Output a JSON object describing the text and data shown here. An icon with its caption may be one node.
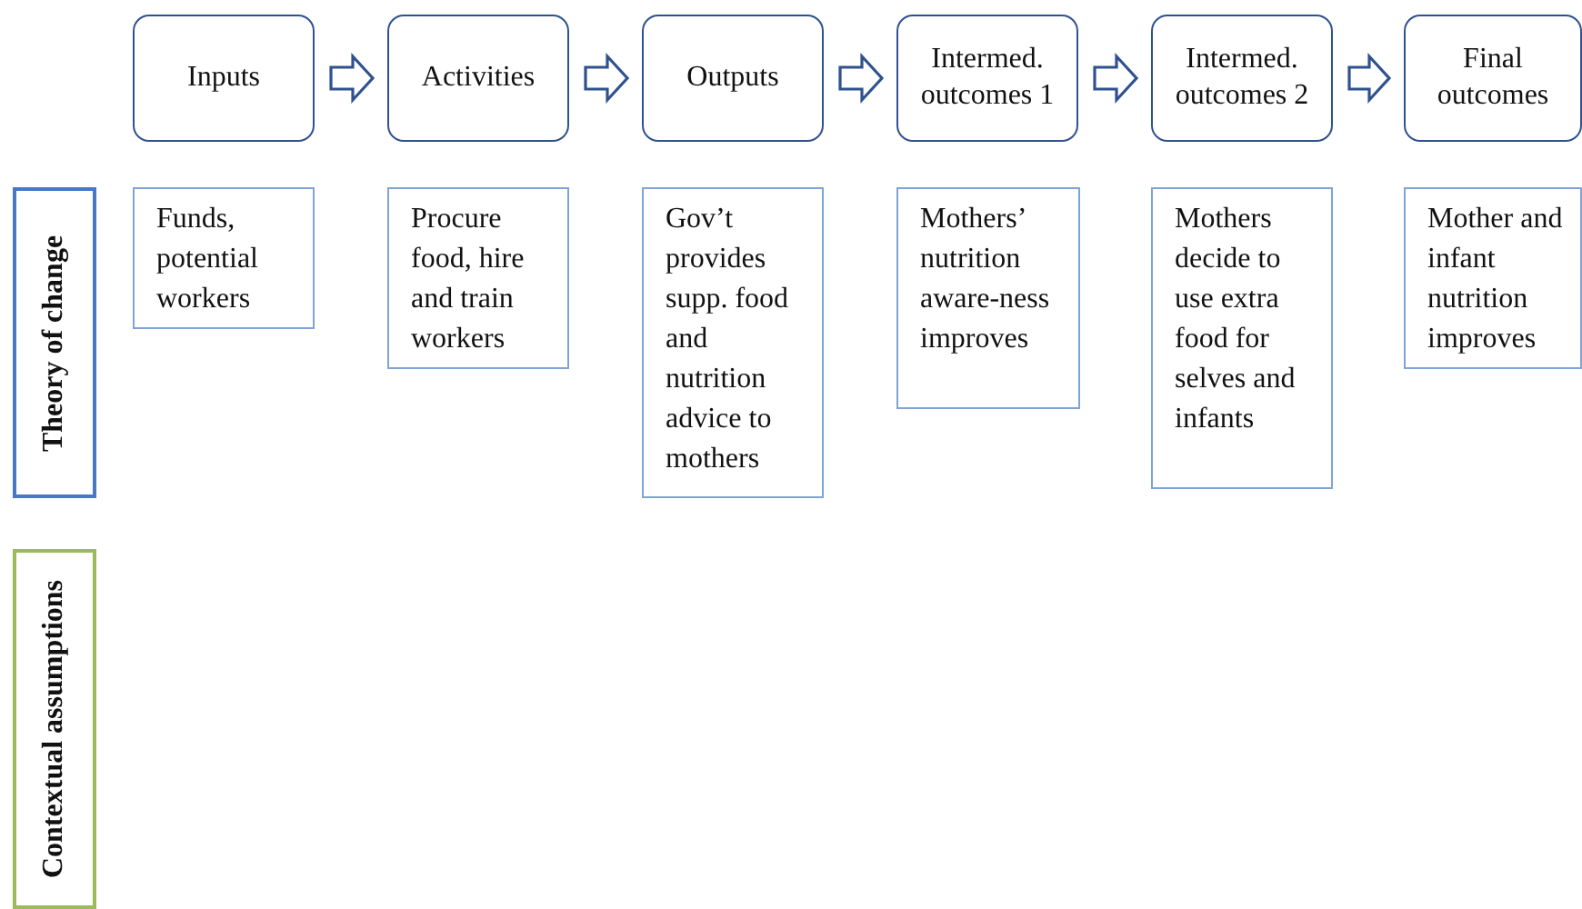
{
  "diagram": {
    "nodes": [
      {
        "text": [
          "Inputs"
        ]
      },
      {
        "text": [
          "Activities"
        ]
      },
      {
        "text": [
          "Outputs"
        ]
      },
      {
        "text": [
          "Intermed. outcomes 1"
        ]
      },
      {
        "text": [
          "Intermed. outcomes 2"
        ]
      },
      {
        "text": [
          "Final outcomes"
        ]
      },
      {
        "text": [
          "Theory of change"
        ]
      },
      {
        "text": [
          "Funds, potential workers"
        ]
      },
      {
        "text": [
          "Procure food, hire and train workers"
        ]
      },
      {
        "text": [
          "Gov’t provides supp. food and nutrition advice to mothers"
        ]
      },
      {
        "text": [
          "Mothers’ nutrition aware-ness improves"
        ]
      },
      {
        "text": [
          "Mothers decide to use extra food for selves and infants"
        ]
      },
      {
        "text": [
          "Mother and infant nutrition improves"
        ]
      },
      {
        "text": [
          "Contextual assumptions"
        ]
      }
    ],
    "edges": [
      {
        "from": 0,
        "to": 1,
        "arrow": "to"
      },
      {
        "from": 1,
        "to": 2,
        "arrow": "to"
      },
      {
        "from": 2,
        "to": 3,
        "arrow": "to"
      },
      {
        "from": 3,
        "to": 4,
        "arrow": "to"
      },
      {
        "from": 4,
        "to": 5,
        "arrow": "to"
      }
    ]
  }
}
